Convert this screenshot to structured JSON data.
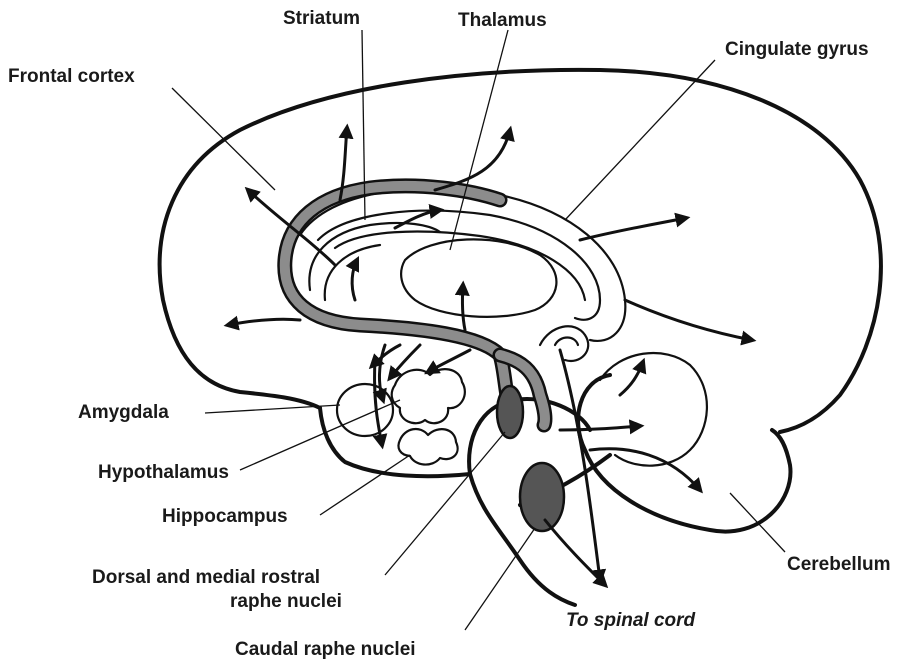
{
  "labels": {
    "striatum": "Striatum",
    "thalamus": "Thalamus",
    "cingulate_gyrus": "Cingulate gyrus",
    "frontal_cortex": "Frontal cortex",
    "amygdala": "Amygdala",
    "hypothalamus": "Hypothalamus",
    "hippocampus": "Hippocampus",
    "dorsal_medial_line1": "Dorsal and medial rostral",
    "dorsal_medial_line2": "raphe nuclei",
    "cerebellum": "Cerebellum",
    "to_spinal_cord": "To spinal cord",
    "caudal_raphe": "Caudal raphe nuclei"
  },
  "colors": {
    "line": "#111111",
    "tract_fill": "#8c8c8c",
    "nucleus_fill": "#555555",
    "background": "#ffffff"
  }
}
